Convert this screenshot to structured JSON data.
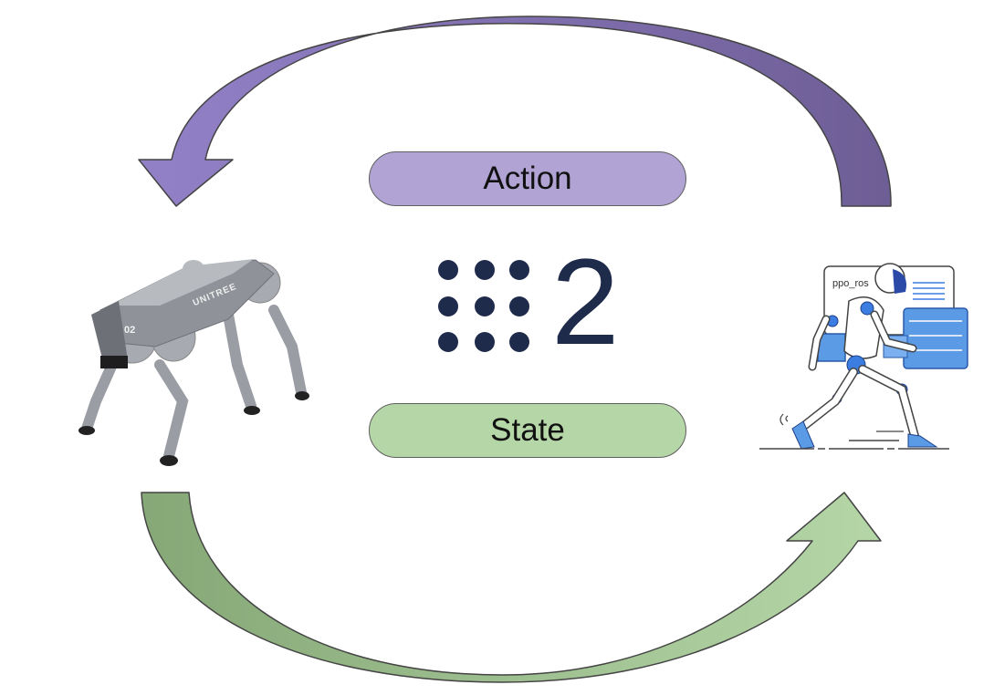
{
  "diagram": {
    "action_label": "Action",
    "state_label": "State",
    "logo_text": "2",
    "agent_screen_label": "ppo_ros",
    "robot_brand": "UNITREE",
    "robot_model": "02",
    "colors": {
      "action_fill": "#b1a4d4",
      "state_fill": "#b5d6a7",
      "action_arrow_light": "#9381c8",
      "action_arrow_dark": "#6e5e96",
      "state_arrow_dark": "#86a877",
      "state_arrow_light": "#b5d6a7",
      "logo": "#1f2b4a",
      "agent_accent": "#3b7de0"
    },
    "icons": [
      "quadruped-robot-icon",
      "humanoid-robot-agent-icon",
      "dot-grid-logo-icon"
    ]
  }
}
